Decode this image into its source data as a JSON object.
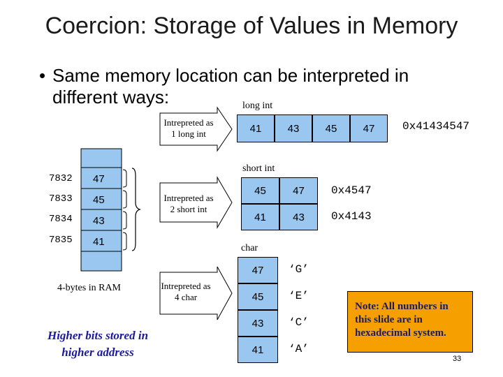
{
  "slide": {
    "title": "Coercion: Storage of Values in Memory",
    "bullet_line1": "Same memory location can be interpreted in",
    "bullet_line2": "different ways:",
    "page_number": "33"
  },
  "ram": {
    "addresses": [
      "7832",
      "7833",
      "7834",
      "7835"
    ],
    "values": [
      "47",
      "45",
      "43",
      "41"
    ],
    "caption": "4-bytes in RAM",
    "higher_note_line1": "Higher bits stored in",
    "higher_note_line2": "higher address"
  },
  "interpretations": {
    "long": {
      "arrow_line1": "Intrepreted as",
      "arrow_line2": "1 long int",
      "type_label": "long int",
      "bytes": [
        "41",
        "43",
        "45",
        "47"
      ],
      "hex": "0x41434547"
    },
    "short": {
      "arrow_line1": "Intrepreted as",
      "arrow_line2": "2 short int",
      "type_label": "short int",
      "row1": [
        "45",
        "47"
      ],
      "row1_hex": "0x4547",
      "row2": [
        "41",
        "43"
      ],
      "row2_hex": "0x4143"
    },
    "char": {
      "arrow_line1": "Intrepreted as",
      "arrow_line2": "4 char",
      "type_label": "char",
      "rows": [
        {
          "byte": "47",
          "char": "‘G’"
        },
        {
          "byte": "45",
          "char": "‘E’"
        },
        {
          "byte": "43",
          "char": "‘C’"
        },
        {
          "byte": "41",
          "char": "‘A’"
        }
      ]
    }
  },
  "note": {
    "text_line1": "Note: All numbers in",
    "text_line2": "this slide are in",
    "text_line3": "hexadecimal system."
  },
  "colors": {
    "cell_fill": "#99c7f0",
    "note_fill": "#f5a000",
    "footer_text": "#1a1a9a"
  }
}
